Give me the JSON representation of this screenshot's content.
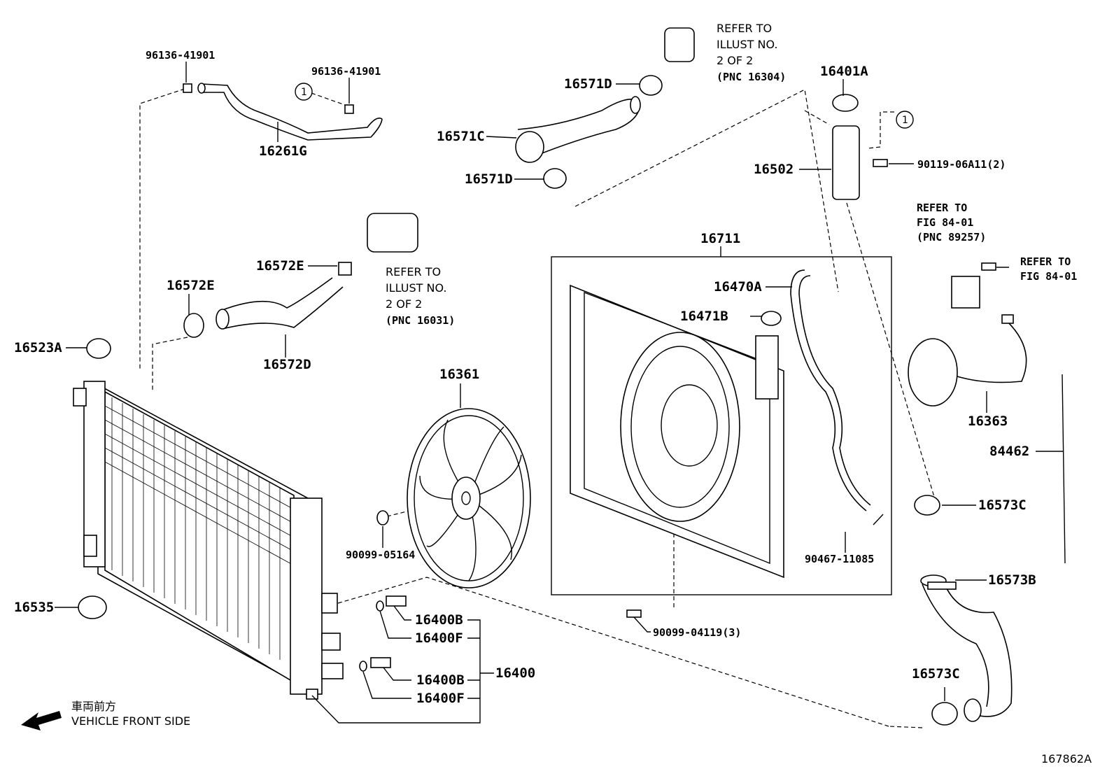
{
  "figure_id": "167862A",
  "direction": {
    "line1": "車両前方",
    "line2": "VEHICLE FRONT SIDE"
  },
  "circle_ref": "1",
  "refs": {
    "illust_a": [
      "REFER TO",
      "ILLUST NO.",
      "2 OF 2",
      "(PNC 16304)"
    ],
    "illust_b": [
      "REFER TO",
      "ILLUST NO.",
      "2 OF 2",
      "(PNC 16031)"
    ],
    "fig_a": [
      "REFER TO",
      "FIG 84-01",
      "(PNC 89257)"
    ],
    "fig_b": [
      "REFER TO",
      "FIG 84-01"
    ]
  },
  "parts": {
    "p96136_a": "96136-41901",
    "p96136_b": "96136-41901",
    "p16261G": "16261G",
    "p16571D_a": "16571D",
    "p16571C": "16571C",
    "p16571D_b": "16571D",
    "p16401A": "16401A",
    "p16502": "16502",
    "p90119": "90119-06A11(2)",
    "p16572E_a": "16572E",
    "p16572E_b": "16572E",
    "p16572D": "16572D",
    "p16523A": "16523A",
    "p16361": "16361",
    "p16711": "16711",
    "p16470A": "16470A",
    "p16471B": "16471B",
    "p16363": "16363",
    "p84462": "84462",
    "p16573C_a": "16573C",
    "p90099_05164": "90099-05164",
    "p90467": "90467-11085",
    "p16573B": "16573B",
    "p16535": "16535",
    "p16400B_a": "16400B",
    "p16400F_a": "16400F",
    "p16400B_b": "16400B",
    "p16400F_b": "16400F",
    "p16400": "16400",
    "p90099_04119": "90099-04119(3)",
    "p16573C_b": "16573C"
  }
}
